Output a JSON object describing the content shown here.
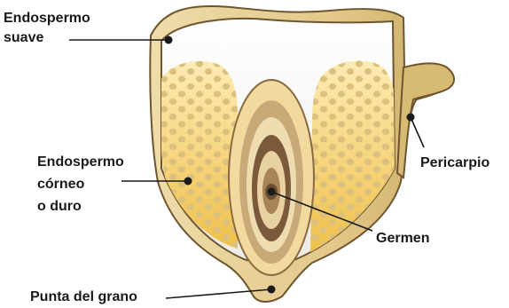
{
  "labels": {
    "endospermo_suave": [
      "Endospermo",
      "suave"
    ],
    "endospermo_corneo": [
      "Endospermo",
      "córneo",
      "o duro"
    ],
    "pericarpio": "Pericarpio",
    "germen": "Germen",
    "punta": "Punta del grano"
  },
  "colors": {
    "pericarp_fill": "#e6cf92",
    "pericarp_dark": "#b59a52",
    "outline": "#6e5530",
    "soft_endosperm_top": "#f5f4ef",
    "hard_endosperm_light": "#fde7a8",
    "hard_endosperm_dark": "#e9b93a",
    "dot": "#dcc07e",
    "germ_light": "#f3dba6",
    "germ_mid": "#c9ab74",
    "germ_dark": "#7a5a3a",
    "leader": "#1a1a1a"
  }
}
